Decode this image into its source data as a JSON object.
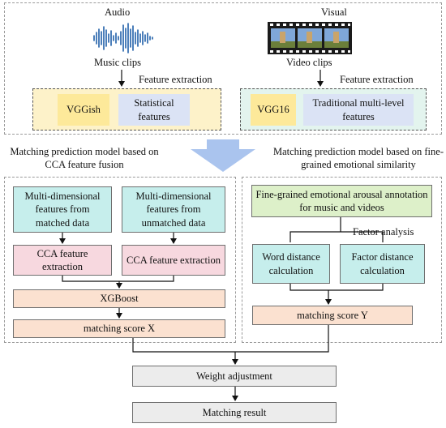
{
  "top": {
    "audio": {
      "title": "Audio",
      "clip_label": "Music clips",
      "feature_extraction": "Feature extraction",
      "boxes": [
        "VGGish",
        "Statistical features"
      ]
    },
    "visual": {
      "title": "Visual",
      "clip_label": "Video clips",
      "feature_extraction": "Feature extraction",
      "boxes": [
        "VGG16",
        "Traditional multi-level  features"
      ]
    }
  },
  "left_model": {
    "title": "Matching prediction model based on  CCA feature fusion",
    "features_matched": "Multi-dimensional features from matched data",
    "features_unmatched": "Multi-dimensional features from unmatched data",
    "cca_left": "CCA feature extraction",
    "cca_right": "CCA feature extraction",
    "xgboost": "XGBoost",
    "score": "matching score X"
  },
  "right_model": {
    "title": "Matching prediction model based on fine-grained emotional similarity",
    "annotation": "Fine-grained emotional arousal annotation for music and videos",
    "factor_analysis": "Factor analysis",
    "word_distance": "Word distance calculation",
    "factor_distance": "Factor distance calculation",
    "score": "matching score Y"
  },
  "bottom": {
    "weight": "Weight adjustment",
    "result": "Matching result"
  },
  "colors": {
    "arrow_blue": "#aac4ee",
    "waveform": "#1f5fa8",
    "yellow": "#fde99a",
    "lavender": "#dbe3f5",
    "teal": "#c6eeec",
    "pink": "#f7d8df",
    "peach": "#fbe1d0",
    "green": "#ddf0c9",
    "gray": "#ececec"
  },
  "icons": [
    "audio-waveform-icon",
    "film-strip-icon"
  ]
}
